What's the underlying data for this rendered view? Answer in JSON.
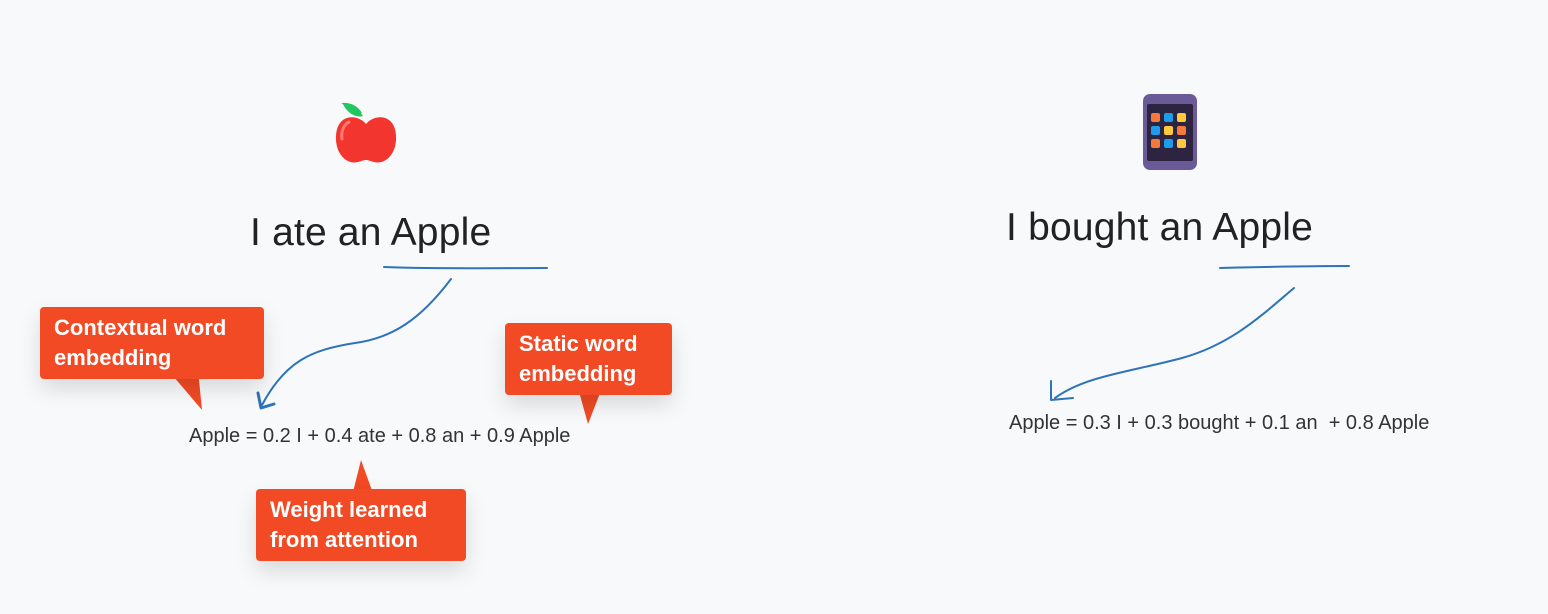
{
  "left": {
    "icon": "apple-fruit-icon",
    "sentence": "I ate an Apple",
    "equation": "Apple = 0.2 I + 0.4 ate + 0.8 an + 0.9 Apple",
    "callouts": {
      "contextual": [
        "Contextual word",
        "embedding"
      ],
      "static": [
        "Static word",
        "embedding"
      ],
      "weight": [
        "Weight learned",
        "from attention"
      ]
    }
  },
  "right": {
    "icon": "tablet-device-icon",
    "sentence": "I bought an Apple",
    "equation": "Apple = 0.3 I + 0.3 bought + 0.1 an  + 0.8 Apple"
  },
  "colors": {
    "callout": "#f24a24",
    "ink": "#2f73b9",
    "apple_red": "#f2362f",
    "leaf_green": "#22c55e",
    "tablet_frame": "#5b4a86"
  }
}
